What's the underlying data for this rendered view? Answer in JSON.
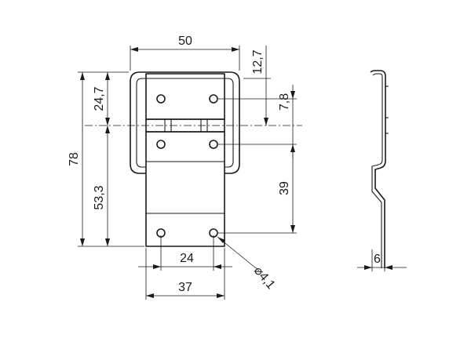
{
  "dimensions": {
    "overall_width": "50",
    "offset_top": "12,7",
    "upper_height": "24,7",
    "hole_spacing_small": "7,8",
    "total_height": "78",
    "lower_height": "53,3",
    "hole_spacing_vertical": "39",
    "hole_spacing_horizontal": "24",
    "plate_width": "37",
    "hole_diameter": "⌀4,1",
    "side_depth": "6"
  },
  "colors": {
    "line": "#1a1a1a",
    "background": "#ffffff"
  }
}
